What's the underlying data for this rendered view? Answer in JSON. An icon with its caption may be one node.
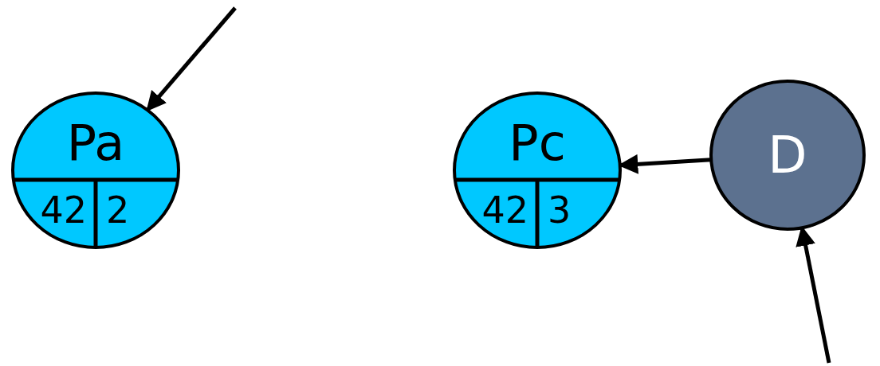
{
  "diagram": {
    "nodes": [
      {
        "text": [
          "Pa",
          "42",
          "2"
        ]
      },
      {
        "text": [
          "Pc",
          "42",
          "3"
        ]
      },
      {
        "text": [
          "D"
        ]
      }
    ],
    "edges": [
      {
        "from": null,
        "to": 0,
        "arrow": "to"
      },
      {
        "from": 2,
        "to": 1,
        "arrow": "to"
      },
      {
        "from": null,
        "to": 2,
        "arrow": "to"
      }
    ]
  }
}
